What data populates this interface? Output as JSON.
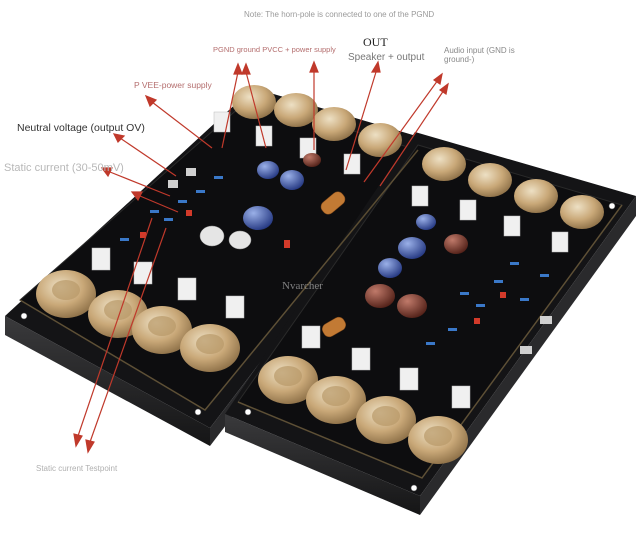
{
  "labels": {
    "note": "Note: The horn-pole is connected to one of the PGND",
    "pgnd_supply": "PGND ground PVCC + power supply",
    "out": "OUT",
    "speaker_output": "Speaker + output",
    "audio_input": "Audio input (GND is ground-)",
    "pvee_supply": "P VEE-power supply",
    "neutral_voltage": "Neutral voltage (output OV)",
    "static_current": "Static current (30-50mV)",
    "static_testpoint": "Static current Testpoint",
    "watermark": "Nvarcher"
  },
  "colors": {
    "background": "#ffffff",
    "heatsink": "#1e1e20",
    "pcb": "#0e0e10",
    "transistor_gold": "#c9a878",
    "arrow_red": "#c0392b"
  }
}
